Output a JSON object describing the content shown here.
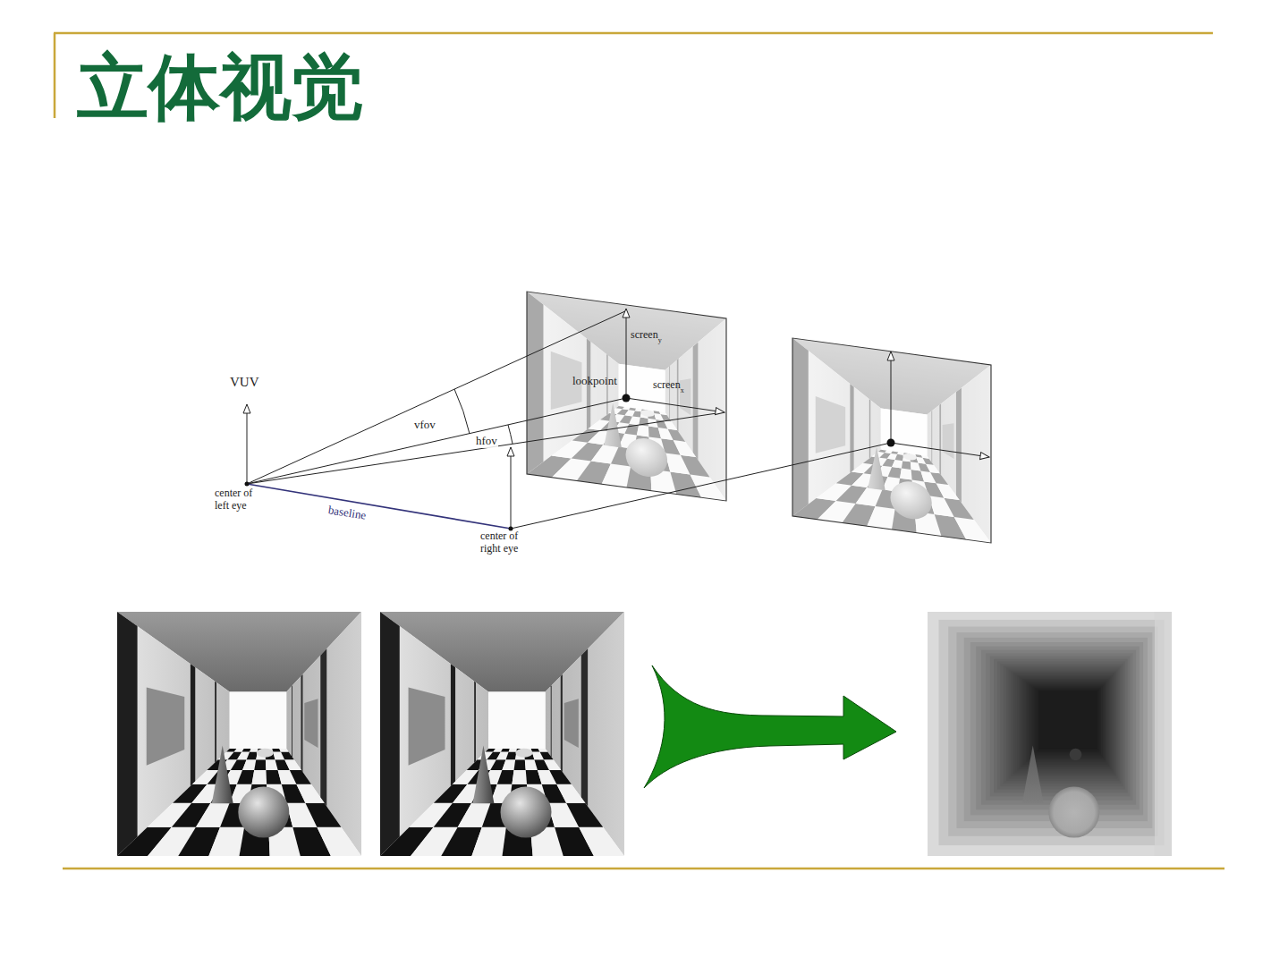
{
  "diagram": {
    "title": "立体视觉",
    "labels": [
      "VUV",
      "vfov",
      "hfov",
      "lookpoint",
      "screen",
      "y",
      "screen",
      "x",
      "center of left eye",
      "baseline",
      "center of right eye"
    ]
  }
}
